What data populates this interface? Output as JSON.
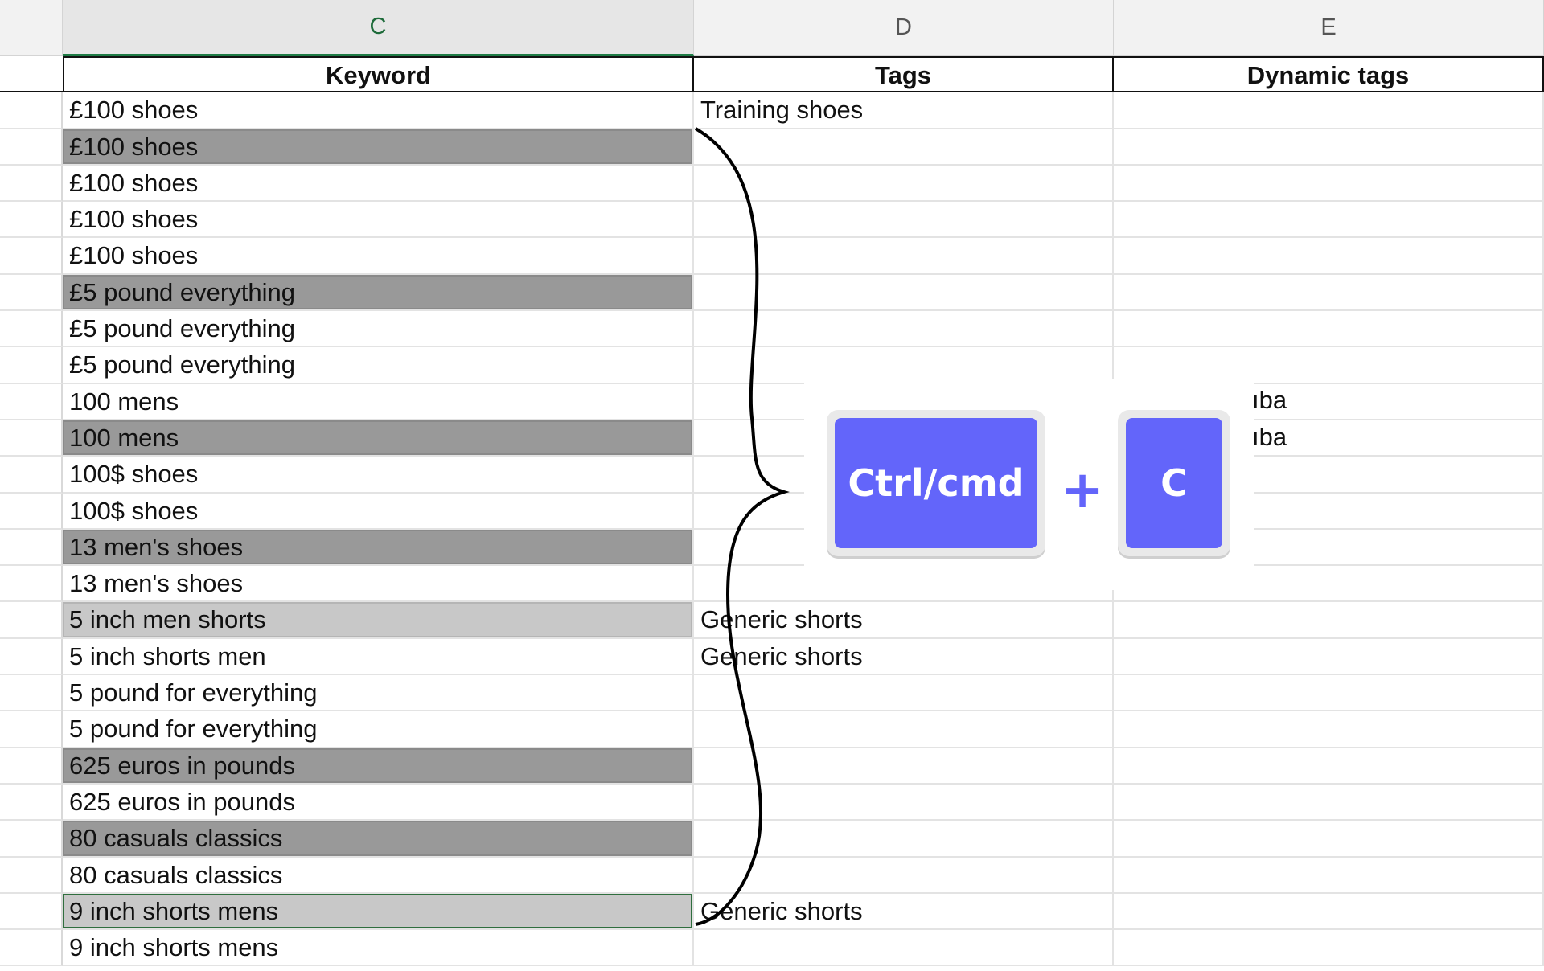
{
  "columns": {
    "c": "C",
    "d": "D",
    "e": "E"
  },
  "headers": {
    "keyword": "Keyword",
    "tags": "Tags",
    "dynamic_tags": "Dynamic tags"
  },
  "rows": [
    {
      "keyword": "£100 shoes",
      "tags": "Training shoes",
      "highlight": "none"
    },
    {
      "keyword": "£100 shoes",
      "tags": "",
      "highlight": "dark"
    },
    {
      "keyword": "£100 shoes",
      "tags": "",
      "highlight": "none"
    },
    {
      "keyword": "£100 shoes",
      "tags": "",
      "highlight": "none"
    },
    {
      "keyword": "£100 shoes",
      "tags": "",
      "highlight": "none"
    },
    {
      "keyword": "£5 pound everything",
      "tags": "",
      "highlight": "dark"
    },
    {
      "keyword": "£5 pound everything",
      "tags": "",
      "highlight": "none"
    },
    {
      "keyword": "£5 pound everything",
      "tags": "",
      "highlight": "none"
    },
    {
      "keyword": "100 mens",
      "tags": "",
      "highlight": "none"
    },
    {
      "keyword": "100 mens",
      "tags": "",
      "highlight": "dark"
    },
    {
      "keyword": "100$ shoes",
      "tags": "",
      "highlight": "none"
    },
    {
      "keyword": "100$ shoes",
      "tags": "",
      "highlight": "none"
    },
    {
      "keyword": "13 men's shoes",
      "tags": "",
      "highlight": "dark"
    },
    {
      "keyword": "13 men's shoes",
      "tags": "",
      "highlight": "none"
    },
    {
      "keyword": "5 inch men shorts",
      "tags": "Generic shorts",
      "highlight": "light"
    },
    {
      "keyword": "5 inch shorts men",
      "tags": "Generic shorts",
      "highlight": "none"
    },
    {
      "keyword": "5 pound for everything",
      "tags": "",
      "highlight": "none"
    },
    {
      "keyword": "5 pound for everything",
      "tags": "",
      "highlight": "none"
    },
    {
      "keyword": "625 euros in pounds",
      "tags": "",
      "highlight": "dark"
    },
    {
      "keyword": "625 euros in pounds",
      "tags": "",
      "highlight": "none"
    },
    {
      "keyword": "80 casuals classics",
      "tags": "",
      "highlight": "dark"
    },
    {
      "keyword": "80 casuals classics",
      "tags": "",
      "highlight": "none"
    },
    {
      "keyword": "9 inch shorts mens",
      "tags": "Generic shorts",
      "highlight": "light-selected"
    },
    {
      "keyword": "9 inch shorts mens",
      "tags": "",
      "highlight": "none"
    }
  ],
  "partial_e_text": [
    "ıba",
    "ıba"
  ],
  "shortcut": {
    "key1": "Ctrl/cmd",
    "plus": "+",
    "key2": "C"
  },
  "colors": {
    "key_fill": "#6365fa",
    "highlight_dark": "#999999",
    "highlight_light": "#c8c8c8",
    "selected_border": "#2f6e3e"
  }
}
